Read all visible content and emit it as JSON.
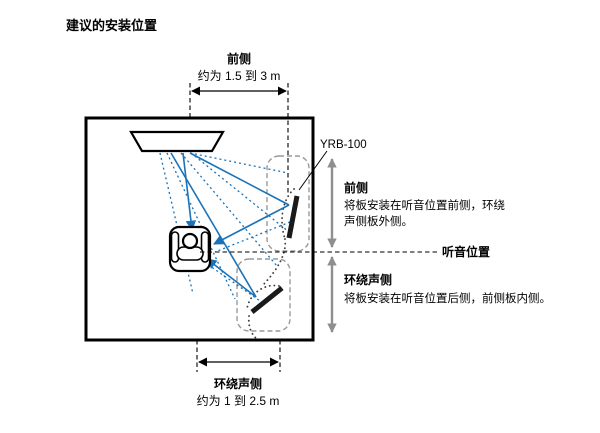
{
  "title": "建议的安装位置",
  "diagram": {
    "top_measurement": {
      "label": "前侧",
      "distance": "约为 1.5 到 3 m"
    },
    "bottom_measurement": {
      "label": "环绕声侧",
      "distance": "约为 1 到 2.5 m"
    },
    "product_label": "YRB-100",
    "front": {
      "heading": "前侧",
      "desc_line1": "将板安装在听音位置前侧，环绕",
      "desc_line2": "声侧板外侧。"
    },
    "listening_position_label": "听音位置",
    "surround": {
      "heading": "环绕声侧",
      "desc": "将板安装在听音位置后侧，前侧板内侧。"
    },
    "colors": {
      "beam": "#1a72b8",
      "range_arrow": "#8f8f8f",
      "dashed_box": "#999999",
      "board": "#1a1a1a"
    }
  }
}
